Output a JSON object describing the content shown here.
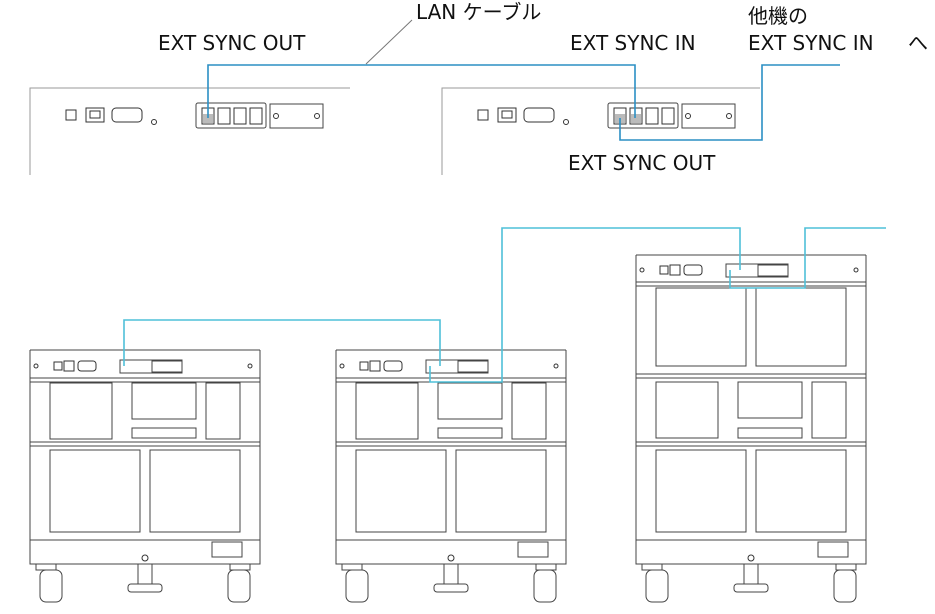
{
  "labels": {
    "lan_cable": "LAN ケーブル",
    "ext_sync_out_top": "EXT SYNC OUT",
    "ext_sync_in": "EXT SYNC IN",
    "other_unit_line1": "他機の",
    "other_unit_line2": "EXT SYNC IN",
    "other_unit_arrow": "へ",
    "ext_sync_out_lower": "EXT SYNC OUT"
  },
  "colors": {
    "cable_top": "#2b8fc4",
    "cable_bottom": "#4fc0d8",
    "line": "#444444"
  }
}
